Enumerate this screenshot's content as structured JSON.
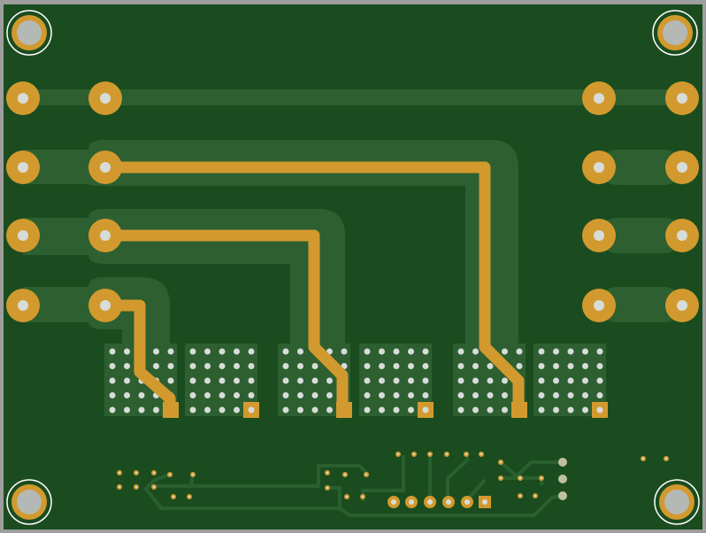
{
  "board": {
    "colors": {
      "frame": "#9e9e9e",
      "substrate": "#1a4c1f",
      "copper_pour": "#2d5f30",
      "trace_dark": "#2a6030",
      "copper": "#d29a2e",
      "hole": "#d7dcd9",
      "silk": "#ffffff",
      "via": "#c0c0a0"
    },
    "mounting_hole_icon": "mounting-hole-icon",
    "pad_icon": "through-hole-pad-icon",
    "via_array_count": 6,
    "through_hole_pads_left": 8,
    "through_hole_pads_right": 8,
    "header_pins": 6
  }
}
